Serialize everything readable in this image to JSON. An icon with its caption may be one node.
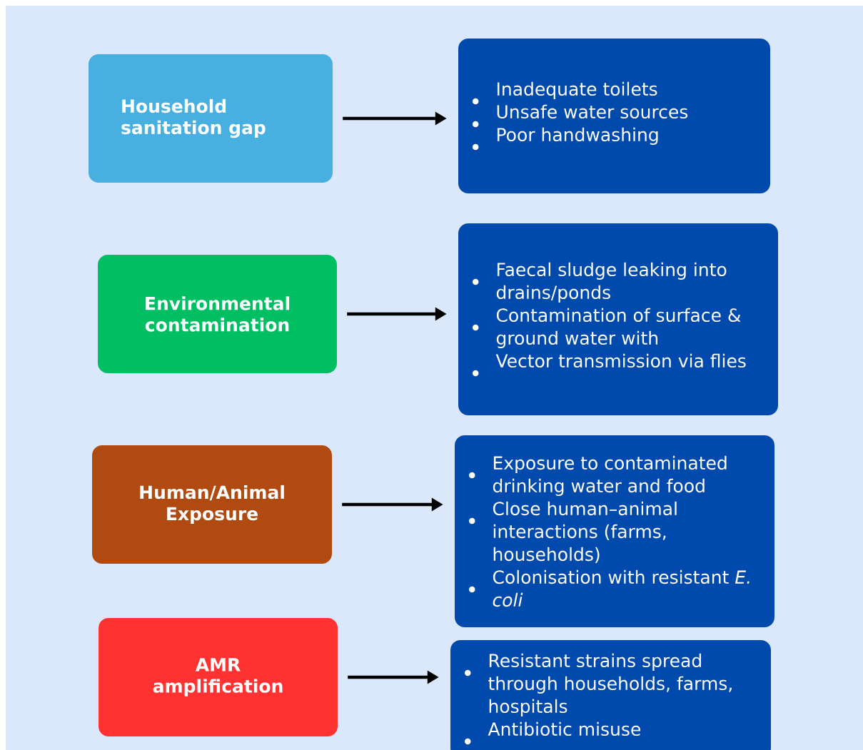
{
  "diagram": {
    "nodes": [
      {
        "text": [
          "Household sanitation gap"
        ]
      },
      {
        "text": [
          "Inadequate toilets",
          "Unsafe water sources",
          "Poor handwashing"
        ]
      },
      {
        "text": [
          "Environmental contamination"
        ]
      },
      {
        "text": [
          "Faecal sludge leaking into drains/ponds",
          "Contamination of surface & ground water with",
          "Vector transmission via flies"
        ]
      },
      {
        "text": [
          "Human/Animal Exposure"
        ]
      },
      {
        "text": [
          "Exposure to contaminated drinking water and food",
          "Close human–animal interactions (farms, households)",
          "Colonisation with resistant *E. coli*"
        ]
      },
      {
        "text": [
          "AMR amplification"
        ]
      },
      {
        "text": [
          "Resistant strains spread through households, farms, hospitals",
          "Antibiotic misuse"
        ]
      }
    ],
    "edges": [
      {
        "from": 0,
        "to": 1,
        "arrow": "to"
      },
      {
        "from": 2,
        "to": 3,
        "arrow": "to"
      },
      {
        "from": 4,
        "to": 5,
        "arrow": "to"
      },
      {
        "from": 6,
        "to": 7,
        "arrow": "to"
      }
    ]
  }
}
